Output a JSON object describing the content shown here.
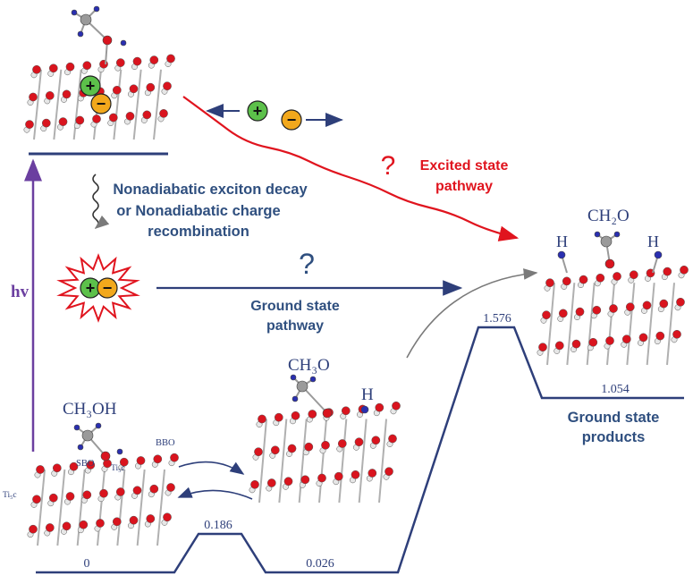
{
  "colors": {
    "navy": "#2e3f7a",
    "blue_text": "#2f4f7f",
    "red": "#e0141e",
    "purple": "#6b3fa0",
    "gray": "#8a8a8a",
    "atom_red": "#d9141e",
    "atom_white": "#e6e6e6",
    "atom_blue": "#2a2fb0",
    "plus_green": "#5cc04a",
    "minus_orange": "#f2a81c"
  },
  "labels": {
    "hv": "hv",
    "nonadiabatic": [
      "Nonadiabatic exciton decay",
      "or Nonadiabatic charge",
      "recombination"
    ],
    "excited_pathway": [
      "Excited state",
      "pathway"
    ],
    "ground_pathway": [
      "Ground state",
      "pathway"
    ],
    "ground_products": [
      "Ground state",
      "products"
    ],
    "question_red": "?",
    "question_blue": "?"
  },
  "species": {
    "methanol": "CH₃OH",
    "methoxy": "CH₃O",
    "formaldehyde": "CH₂O",
    "h_mid": "H",
    "h_prod_left": "H",
    "h_prod_right": "H",
    "site_bbo": "BBO",
    "site_sbo": "SBO",
    "site_ti5c_a": "Ti₅c",
    "site_ti5c_b": "Ti₅c"
  },
  "energies": {
    "e0": "0",
    "e1": "0.186",
    "e2": "0.026",
    "e3": "1.576",
    "e4": "1.054"
  },
  "charges": {
    "plus": "+",
    "minus": "−"
  }
}
